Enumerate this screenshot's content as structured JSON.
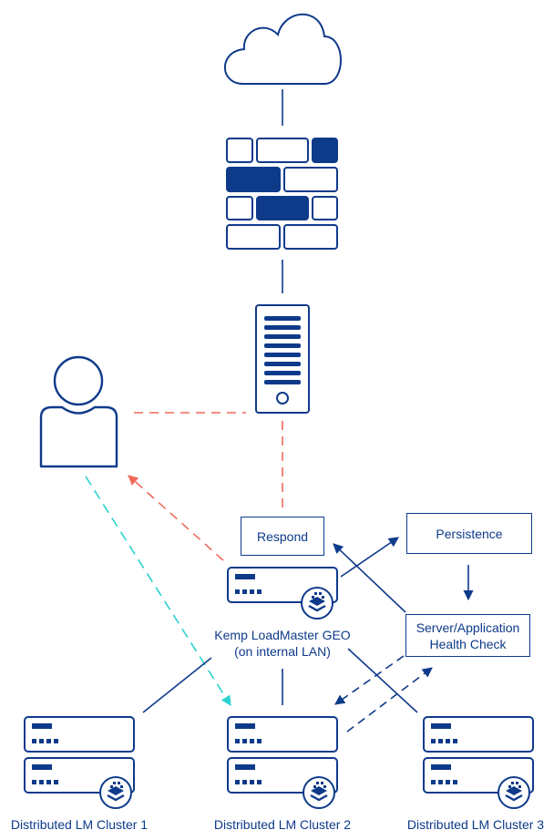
{
  "colors": {
    "primary": "#0e3a8a",
    "response_line": "#ef6a5a",
    "client_line": "#2ad3cf"
  },
  "icons": {
    "cloud": "cloud-icon",
    "firewall": "firewall-icon",
    "server": "server-tower-icon",
    "user": "user-icon",
    "loadmaster": "load-balancer-appliance-icon"
  },
  "boxes": {
    "respond": "Respond",
    "persistence": "Persistence",
    "health_check_line1": "Server/Application",
    "health_check_line2": "Health Check"
  },
  "geo": {
    "line1": "Kemp LoadMaster GEO",
    "line2": "(on internal LAN)"
  },
  "clusters": [
    {
      "label": "Distributed LM Cluster 1"
    },
    {
      "label": "Distributed LM Cluster 2"
    },
    {
      "label": "Distributed LM Cluster 3"
    }
  ]
}
